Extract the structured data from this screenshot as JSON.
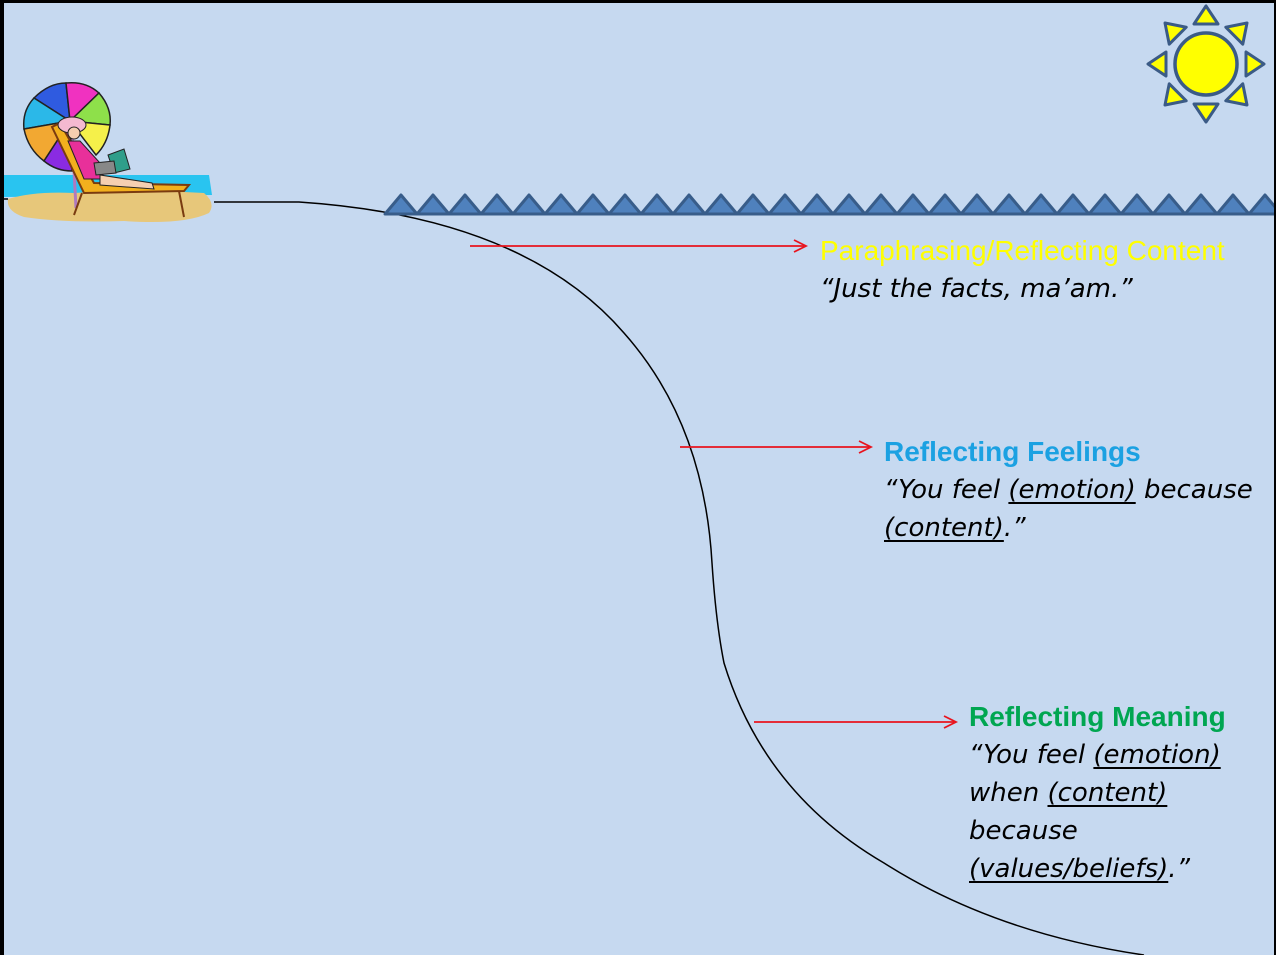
{
  "colors": {
    "background": "#c6d9f0",
    "curve": "#000000",
    "arrow": "#e8141e",
    "wave_fill": "#4f81bd",
    "wave_stroke": "#385d8a",
    "sun_fill": "#ffff00",
    "sun_stroke": "#3b5b86"
  },
  "illustrations": {
    "beach_scene": "woman-on-beach-chair-with-umbrella-and-laptop",
    "sun": "sun-icon",
    "waves": "ocean-waves"
  },
  "levels": [
    {
      "id": "content",
      "heading": "Paraphrasing/Reflecting Content",
      "heading_color": "#ffff00",
      "quote_parts": [
        {
          "text": "“Just the facts, ma’am.”",
          "underline": false
        }
      ]
    },
    {
      "id": "feelings",
      "heading": "Reflecting Feelings",
      "heading_color": "#1ba1e2",
      "quote_parts": [
        {
          "text": "“You feel ",
          "underline": false
        },
        {
          "text": "(emotion)",
          "underline": true
        },
        {
          "text": " because",
          "underline": false
        },
        {
          "text": "\n",
          "underline": false
        },
        {
          "text": "(content)",
          "underline": true
        },
        {
          "text": ".”",
          "underline": false
        }
      ]
    },
    {
      "id": "meaning",
      "heading": "Reflecting Meaning",
      "heading_color": "#00a651",
      "quote_parts": [
        {
          "text": "“You feel ",
          "underline": false
        },
        {
          "text": "(emotion)",
          "underline": true
        },
        {
          "text": "\n",
          "underline": false
        },
        {
          "text": "when ",
          "underline": false
        },
        {
          "text": "(content)",
          "underline": true
        },
        {
          "text": "\n",
          "underline": false
        },
        {
          "text": "because",
          "underline": false
        },
        {
          "text": "\n",
          "underline": false
        },
        {
          "text": "(values/beliefs)",
          "underline": true
        },
        {
          "text": ".”",
          "underline": false
        }
      ]
    }
  ]
}
